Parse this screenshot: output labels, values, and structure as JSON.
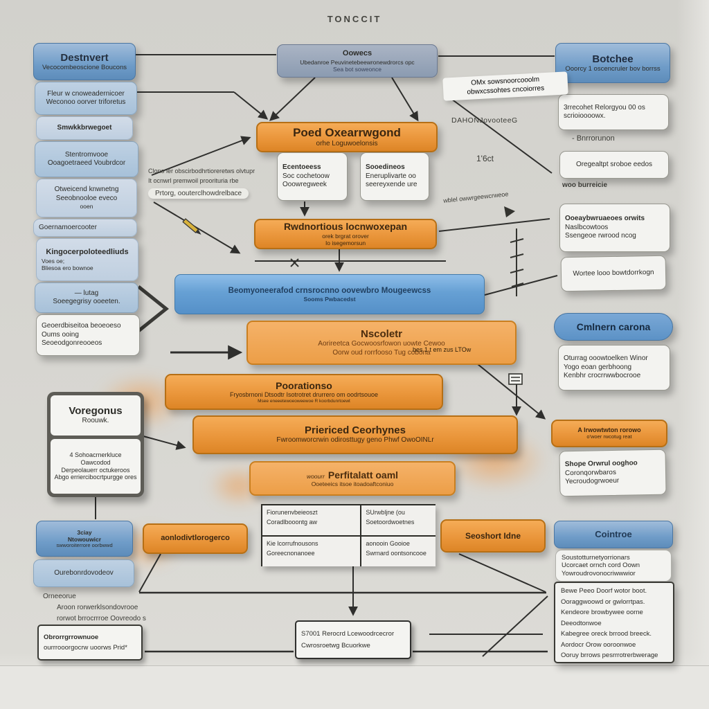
{
  "title": "TONCCIT",
  "colors": {
    "orange": "#e8953a",
    "blue_node": "#6f9cc8",
    "light_blue": "#bcd0e2",
    "big_blue": "#6aa2d6",
    "white_box": "#f3f3f0",
    "background": "#d7d6d1",
    "line": "#2f2f2d"
  },
  "top_box": {
    "line1": "Oowecs",
    "line2": "Ubedanroe Peuvinetebeewronewdrorcs opc",
    "line3": "Sea bot soweonce"
  },
  "left_column": {
    "items": [
      {
        "line1": "Destnvert",
        "line2": "Vecocombeoscione Boucons"
      },
      {
        "line1": "Fleur w cnoweadernicoer",
        "line2": "Weconoo oorver triforetus"
      },
      {
        "line1": "Smwkkbrwegoet"
      },
      {
        "line1": "Stentromvooe",
        "line2": "Ooagoetraeed Voubrdcor"
      },
      {
        "line1": "Otweicend knwnetng",
        "line2": "Seeobnooloe eveco",
        "line3": "ooen"
      },
      {
        "line1": "Goernamoercooter"
      },
      {
        "line1": "Kingocerpoloteedliuds",
        "line2": "Voes oe;",
        "line3": "Bliesoa ero bownoe"
      },
      {
        "line1": "— lutag",
        "line2": "Soeegegrisy ooeeten."
      },
      {
        "line1": "Geoerdbiseitoa beoeoeso",
        "line2": "Oums ooing",
        "line3": "Seoeodgonreooeos"
      }
    ]
  },
  "center": {
    "orange1": {
      "title": "Poed Oxearrwgond",
      "sub": "orhe Loguwoelonsis"
    },
    "sub_left": {
      "line1": "Ecentoeess",
      "line2": "Soc cochetoow",
      "line3": "Ooowregweek"
    },
    "sub_right": {
      "line1": "Sooedineos",
      "line2": "Eneruplivarte oo",
      "line3": "seereyxende ure"
    },
    "orange2": {
      "title": "Rwdnortious locnwoxepan",
      "sub1": "orek brgrat orover",
      "sub2": "Io isegemorsun"
    },
    "blue_band": {
      "line1": "Beomyoneerafod crnsrocnno oovewbro Mougeewcss",
      "line2": "Sooms Pwbacedst"
    },
    "orange3": {
      "title": "Nscoletr",
      "sub1": "Aorireetca Gocwoosrfowon uowte Cewoo",
      "sub2": "Oorw oud rorrfooso Tug cobona"
    },
    "orange4": {
      "title": "Poorationso",
      "sub1": "Fryosbrnoni Dtsodtr Isotrotret drurrero om oodrtsouoe",
      "sub2": "Msee eneeetewoeoweewoe R koorbdunrtoewt"
    },
    "orange5": {
      "title": "Priericed Ceorhynes",
      "sub": "Fwroomworcrwin odirosttugy geno Phwf OwoOINLr"
    },
    "orange6": {
      "pre": "woourr",
      "title": "Perfitalatt oaml",
      "sub": "Ooeteeics itsoe itoadoaftconiuo"
    },
    "table": {
      "cells": [
        {
          "line1": "Fiorunenvbeieoszt",
          "line2": "Coradlbooontg aw"
        },
        {
          "line1": "SUrwbljne (ou",
          "line2": "Soetoordwoetnes"
        },
        {
          "line1": "Kie lcorrufnousons",
          "line2": "Goreecnonanoee"
        },
        {
          "line1": "aonooin Gooioe",
          "line2": "Swrnard oontsoncooe"
        }
      ]
    },
    "orange_small_left": {
      "label": "aonlodivtlorogerco"
    },
    "orange_small_right": {
      "label": "Seoshort Idne"
    },
    "bottom_box": {
      "line1": "S7001 Rerocrd Lcewoodrcecror",
      "line2": "Cwrosroetwg Bcuorkwe"
    }
  },
  "right_column": {
    "blue_top": {
      "line1": "Botchee",
      "line2": "Ooorcy 1 oscencruler bov borrss"
    },
    "white1": {
      "line1": "3rrecohet Relorgyou 00 os",
      "line2": "scrioioooowx."
    },
    "label_bnr": "- Bnrrorunon",
    "white2": {
      "line1": "Oregealtpt sroboe eedos"
    },
    "label_woo": "woo burreicie",
    "white3": {
      "line1": "Ooeaybwruaeoes orwits",
      "line2": "Naslbcowtoos",
      "line3": "Ssengeoe rwrood ncog"
    },
    "white4": {
      "line1": "Wortee looo bowtdorrkogn"
    },
    "blue_pill": {
      "label": "Cmlnern carona"
    },
    "white5": {
      "line1": "Oturrag ooowtoelken Winor",
      "line2": "Yogo eoan gerbhoong",
      "line3": "Kenbhr crocrrwwbocrooe"
    },
    "orange_note": {
      "line1": "A Irwowtwton rorowo",
      "line2": "o'woer rwcotug reat"
    },
    "white6": {
      "line1": "Shope Orwrul ooghoo",
      "line2": "Coronqorwbaros",
      "line3": "Yecroudogrwoeur"
    },
    "blue_bottom": {
      "label": "Cointroe"
    },
    "white7": {
      "line1": "Soustotturnetyorrionars",
      "line2": "Ucorcaet ornch cord Oown",
      "line3": "Yowroudrovonocriwwwior"
    },
    "white8": {
      "lines": [
        "Bewe Peeo Doorf wotor boot.",
        "Ooraggwoowd or gwlorrtpas.",
        "Kendeore browbywee oorne",
        "Deeodtonwoe",
        "Kabegree oreck brrood breeck.",
        "Aordocr Orow ooroonwoe",
        "Ooruy brrows pesrrrotrerbwerage"
      ]
    }
  },
  "bottom_left": {
    "white_top": {
      "line1": "Voregonus",
      "line2": "Roouwk."
    },
    "white_mid": {
      "line1": "4 Sohoacrnerkluce Oawcodod",
      "line2": "Derpeolauerr octukeroos",
      "line3": "Abgo erriercibocrtpurgge ores"
    },
    "blue1": {
      "line1": "3ciay",
      "line2": "Ntowouwicr",
      "line3": "swworoiterrore oorbwwd"
    },
    "blue2": {
      "line1": "Ourebonrdovodeov"
    },
    "note": {
      "line1": "Orneeorue",
      "line2": "Aroon rorwerklsondovrooe",
      "line3": "rorwot brrocrrroe Oovreodo s"
    },
    "white_bottom": {
      "line1": "Obrorrgrrownuoe",
      "line2": "ourrrooorgocrw uoorws Prid*"
    }
  },
  "annotations": {
    "callout": {
      "line1": "OMx sowsnoorcooolm",
      "line2": "obwxcssohtes cncoiorres"
    },
    "dahon": "DAHONJovooteeG",
    "tag_16ct": "1'6ct",
    "clono": {
      "line1": "Clono ler obscirbodhrtioreretws olvtupr",
      "line2": "It ocnwrl premwoil proorituria rbe"
    },
    "prtorg": "Prtorg, oouterclhowdrelbace",
    "wblel": "wblel owwrgeewcrweoe",
    "bes": "bes 1 t em zus LTOw"
  },
  "icons": {
    "pencil": "pencil-scribble",
    "cross": "x-mark",
    "pole": "pole-ladder-scribble",
    "flag": "flag-scribble",
    "doc": "note-scribble",
    "chevron": "big-right-chevron"
  }
}
